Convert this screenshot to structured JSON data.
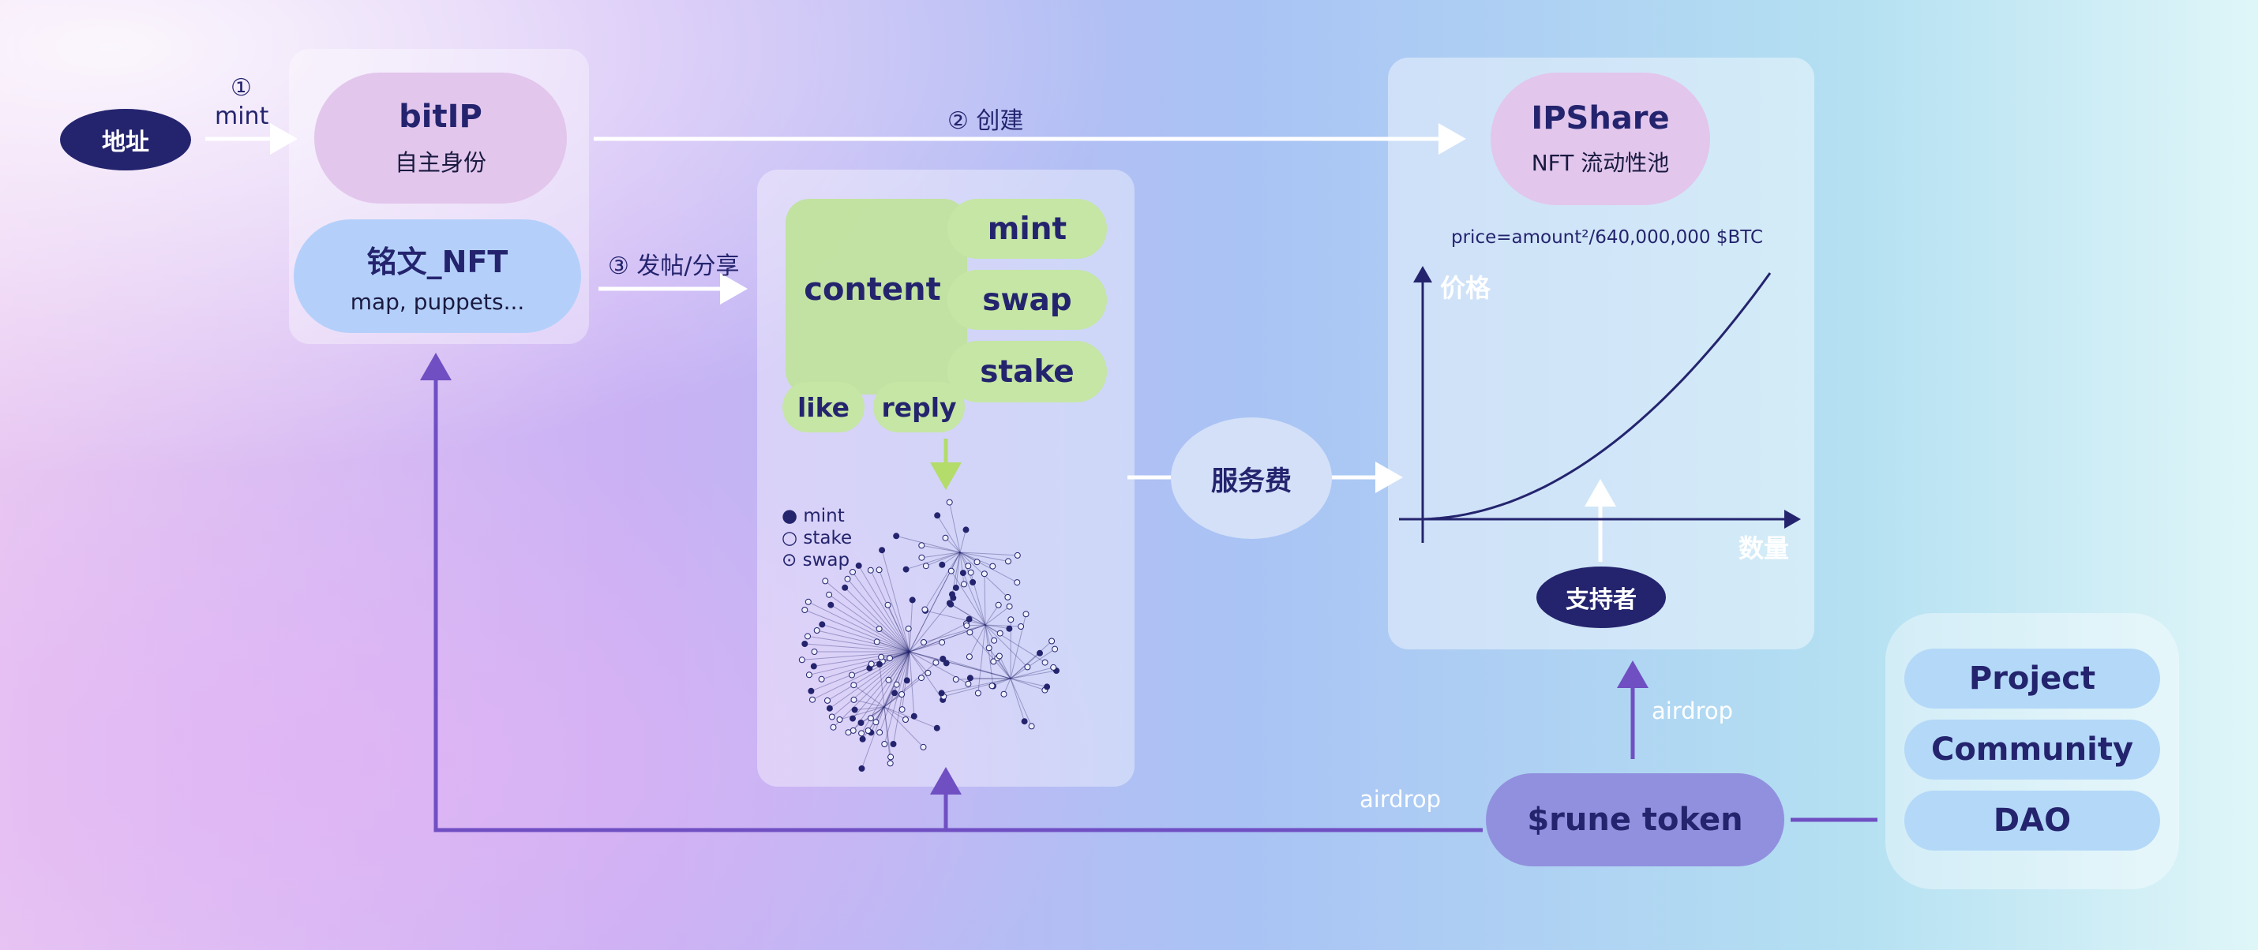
{
  "address": {
    "label": "地址"
  },
  "step1": {
    "num": "①",
    "label": "mint"
  },
  "bitip": {
    "title": "bitIP",
    "subtitle": "自主身份"
  },
  "nft": {
    "title": "铭文_NFT",
    "subtitle": "map, puppets..."
  },
  "step2": {
    "label": "② 创建"
  },
  "step3": {
    "label": "③ 发帖/分享"
  },
  "content": {
    "main_label": "content",
    "actions": [
      "mint",
      "swap",
      "stake"
    ],
    "reactions": [
      "like",
      "reply"
    ],
    "legend": [
      "mint",
      "stake",
      "swap"
    ]
  },
  "service_fee": {
    "label": "服务费"
  },
  "ipshare": {
    "title": "IPShare",
    "subtitle": "NFT 流动性池",
    "formula": "price=amount²/640,000,000 $BTC",
    "y_axis": "价格",
    "x_axis": "数量",
    "supporter": "支持者"
  },
  "rune": {
    "label": "$rune token",
    "airdrop_left": "airdrop",
    "airdrop_up": "airdrop"
  },
  "groups": [
    "Project",
    "Community",
    "DAO"
  ],
  "colors": {
    "navy": "#24246e",
    "arrow_purple": "#6f4fc2",
    "green": "#bfe39a",
    "pink_pill": "#e2c6ec",
    "blue_pill": "#b4d0fa",
    "rune_pill": "#9190de"
  }
}
